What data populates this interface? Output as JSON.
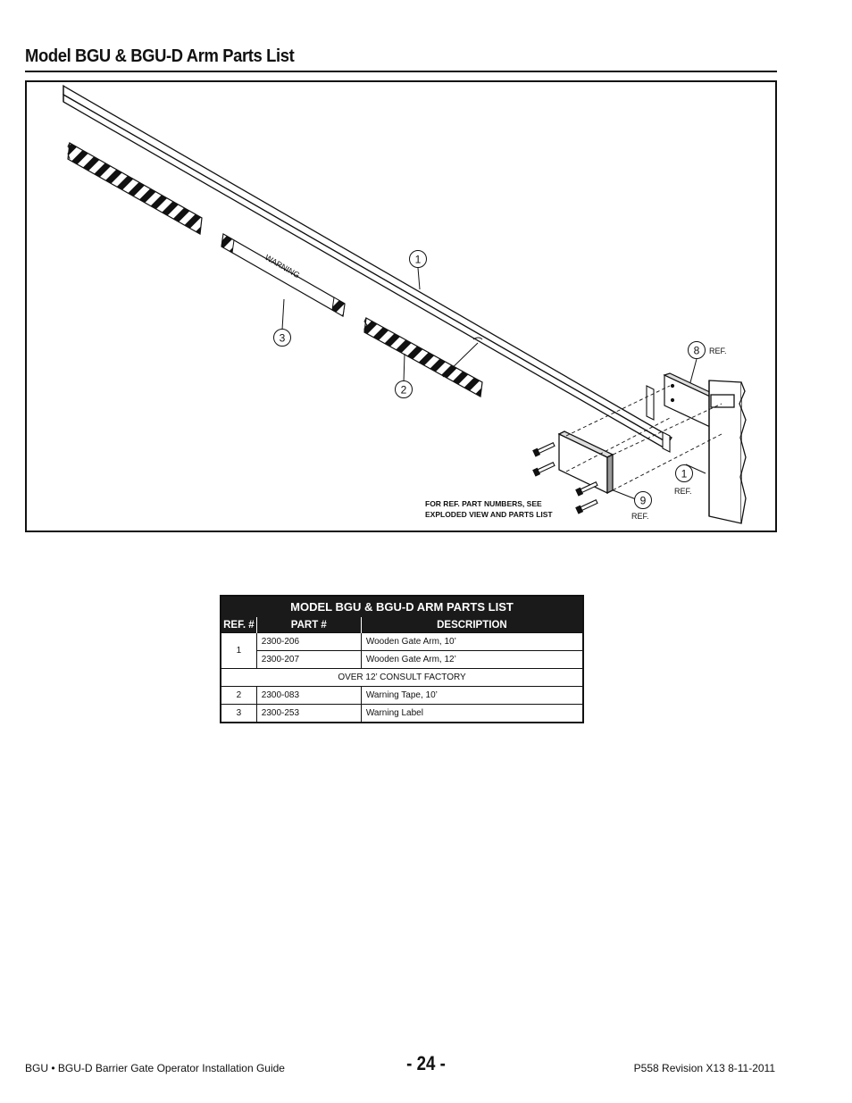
{
  "header": {
    "title": "Model BGU & BGU-D Arm Parts List"
  },
  "diagram": {
    "callouts": [
      {
        "id": "1",
        "label": "1"
      },
      {
        "id": "2",
        "label": "2"
      },
      {
        "id": "3",
        "label": "3"
      },
      {
        "id": "8",
        "label": "8"
      },
      {
        "id": "1b",
        "label": "1"
      },
      {
        "id": "9",
        "label": "9"
      }
    ],
    "ref_label": "REF.",
    "warning_label_text": "WARNING",
    "note_line1": "FOR REF. PART NUMBERS, SEE",
    "note_line2": "EXPLODED VIEW AND PARTS LIST"
  },
  "parts_table": {
    "title": "MODEL BGU & BGU-D ARM PARTS LIST",
    "columns": [
      "REF. #",
      "PART #",
      "DESCRIPTION"
    ],
    "rows": [
      {
        "ref": "1",
        "part": "2300-206",
        "description": "Wooden Gate Arm, 10’"
      },
      {
        "ref": "",
        "part": "2300-207",
        "description": "Wooden Gate Arm, 12’"
      },
      {
        "note": "OVER 12’ CONSULT FACTORY"
      },
      {
        "ref": "2",
        "part": "2300-083",
        "description": "Warning Tape, 10’"
      },
      {
        "ref": "3",
        "part": "2300-253",
        "description": "Warning Label"
      }
    ]
  },
  "footer": {
    "left": "BGU • BGU-D Barrier Gate Operator Installation Guide",
    "page_number": "- 24 -",
    "right": "P558 Revision X13 8-11-2011"
  }
}
